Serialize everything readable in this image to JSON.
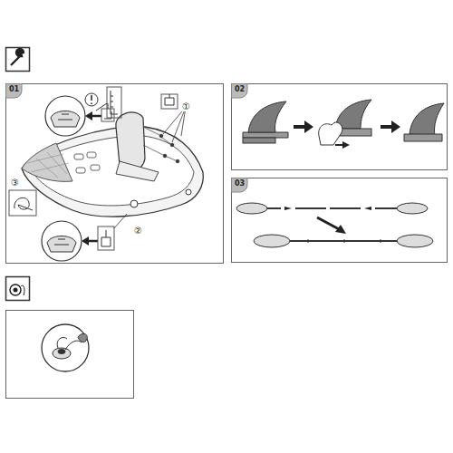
{
  "diagram": {
    "labels": [
      "01",
      "①",
      "③",
      "②",
      "02",
      "03"
    ]
  }
}
